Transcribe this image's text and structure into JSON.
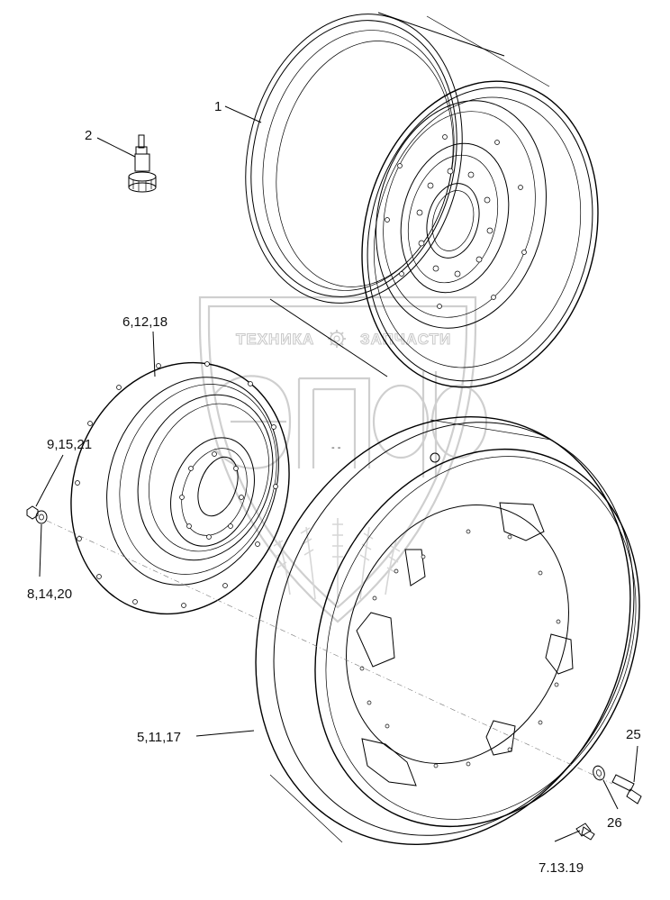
{
  "watermark": {
    "text_left": "ТЕХНИКА",
    "text_right": "ЗАПЧАСТИ",
    "gear_icon": "gear-icon",
    "logo_letters": "ЭПФ"
  },
  "callouts": [
    {
      "id": "c1",
      "label": "1"
    },
    {
      "id": "c2",
      "label": "2"
    },
    {
      "id": "c3",
      "label": "6,12,18"
    },
    {
      "id": "c4",
      "label": "9,15,21"
    },
    {
      "id": "c5",
      "label": "8,14,20"
    },
    {
      "id": "c6",
      "label": "5,11,17"
    },
    {
      "id": "c7",
      "label": "25"
    },
    {
      "id": "c8",
      "label": "26"
    },
    {
      "id": "c9",
      "label": "7.13.19"
    }
  ]
}
